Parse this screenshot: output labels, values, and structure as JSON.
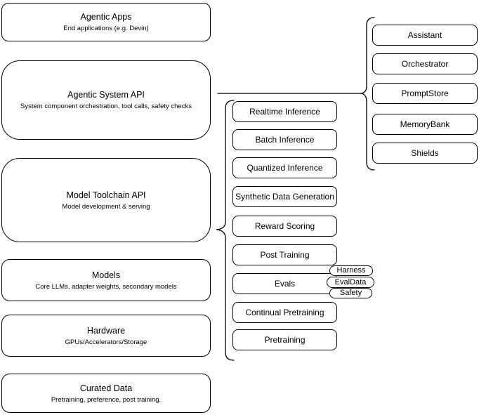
{
  "diagram": {
    "left_stack": [
      {
        "title": "Agentic Apps",
        "subtitle": "End applications (e.g. Devin)"
      },
      {
        "title": "Agentic System API",
        "subtitle": "System component orchestration, tool calls, safety checks"
      },
      {
        "title": "Model Toolchain API",
        "subtitle": "Model development & serving"
      },
      {
        "title": "Models",
        "subtitle": "Core LLMs, adapter weights, secondary models"
      },
      {
        "title": "Hardware",
        "subtitle": "GPUs/Accelerators/Storage"
      },
      {
        "title": "Curated Data",
        "subtitle": "Pretraining, preference, post training."
      }
    ],
    "toolchain_items": [
      "Realtime Inference",
      "Batch Inference",
      "Quantized Inference",
      "Synthetic Data Generation",
      "Reward Scoring",
      "Post Training",
      "Evals",
      "Continual Pretraining",
      "Pretraining"
    ],
    "eval_pills": [
      "Harness",
      "EvalData",
      "Safety"
    ],
    "system_components": [
      "Assistant",
      "Orchestrator",
      "PromptStore",
      "MemoryBank",
      "Shields"
    ],
    "colors": {
      "line": "#000000",
      "background": "#ffffff"
    }
  }
}
